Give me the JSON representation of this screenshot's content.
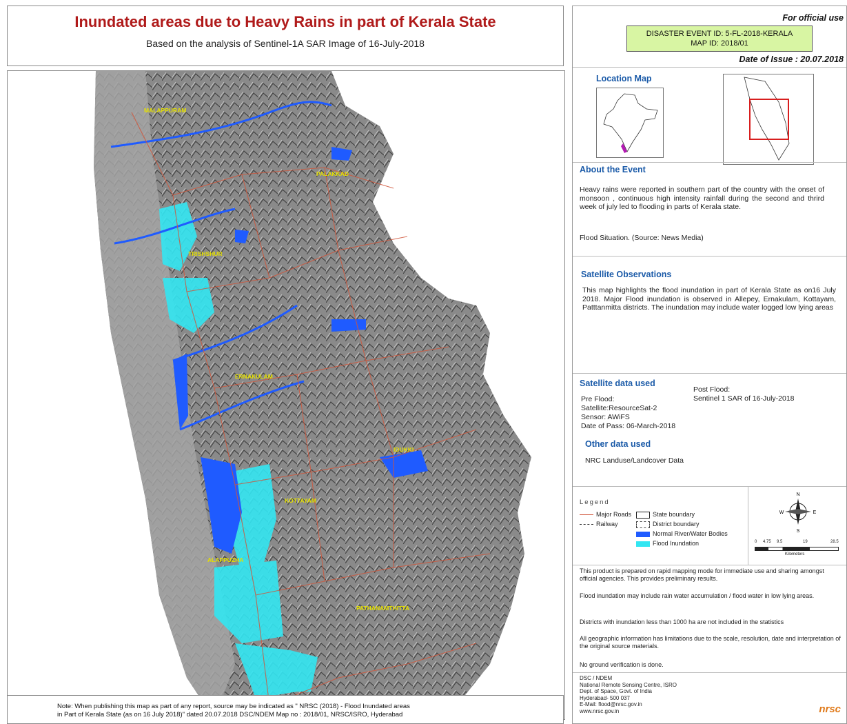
{
  "header": {
    "title": "Inundated areas due to Heavy Rains in part of Kerala State",
    "subtitle": "Based on the analysis of  Sentinel-1A SAR  Image of 16-July-2018"
  },
  "map": {
    "district_labels": [
      "MALAPPURAM",
      "PALAKKAD",
      "TRISHSHUR",
      "ERNAKULAM",
      "IDUKKI",
      "KOTTAYAM",
      "ALAPPUZHA",
      "PATHANAMTHITTA"
    ],
    "colors": {
      "land": "#8c8c8c",
      "water": "#1f5bff",
      "flood": "#33e6f2",
      "roads": "#d0573c",
      "sea": "#ffffff"
    }
  },
  "note": {
    "line1": "Note: When publishing this map as part of any report, source may be indicated as \" NRSC (2018) - Flood Inundated areas",
    "line2": "in Part of Kerala State (as on 16 July 2018)\" dated 20.07.2018 DSC/NDEM Map no : 2018/01, NRSC/ISRO, Hyderabad"
  },
  "panel": {
    "official_use": "For official use",
    "event_id": "DISASTER EVENT ID: 5-FL-2018-KERALA",
    "map_id": "MAP ID: 2018/01",
    "date_of_issue": "Date of Issue : 20.07.2018",
    "location_map_title": "Location Map",
    "about_title": "About the Event",
    "about_text": "Heavy rains were reported in southern part of the country with the onset of monsoon , continuous high intensity rainfall during the second and thrird week of july led to flooding in parts of Kerala state.",
    "flood_situation": "Flood Situation. (Source: News Media)",
    "sat_obs_title": "Satellite Observations",
    "sat_obs_text": "This map highlights the flood inundation in part of Kerala State as on16 July 2018. Major Flood inundation is observed in Allepey, Ernakulam, Kottayam, Patttanmitta districts. The inundation may include water logged low lying areas",
    "sat_data_title": "Satellite data used",
    "post_flood_label": "Post Flood:",
    "post_flood_value": "Sentinel 1 SAR of 16-July-2018",
    "pre_flood_label": "Pre Flood:",
    "pre_flood_satellite": "Satellite:ResourceSat-2",
    "pre_flood_sensor": "Sensor: AWiFS",
    "pre_flood_date": "Date of Pass: 06-March-2018",
    "other_data_title": "Other data used",
    "other_data_text": "NRC Landuse/Landcover Data",
    "legend": {
      "title": "Legend",
      "major_roads": "Major Roads",
      "railway": "Railway",
      "state_boundary": "State boundary",
      "district_boundary": "District boundary",
      "water_bodies": "Normal River/Water Bodies",
      "flood_inundation": "Flood Inundation"
    },
    "compass": {
      "n": "N",
      "s": "S",
      "e": "E",
      "w": "W"
    },
    "scale": {
      "ticks": [
        "0",
        "4.75",
        "9.5",
        "19",
        "28.5"
      ],
      "unit": "Kilometers"
    },
    "disclaimers": [
      "This product is prepared on rapid mapping mode for immediate use and sharing amongst official agencies. This provides preliminary results.",
      "Flood inundation may include rain water accumulation / flood water in low lying areas.",
      "Districts with inundation less than 1000 ha are not included in the statistics",
      "All geographic information has limitations due to the scale, resolution, date and interpretation of the original source materials.",
      "No ground verification is done."
    ],
    "credits": [
      "DSC / NDEM",
      "National Remote Sensing Centre, ISRO",
      "Dept. of Space, Govt. of India",
      "Hyderabad- 500 037",
      "E-Mail: flood@nrsc.gov.in",
      "www.nrsc.gov.in"
    ],
    "logo_text": "nrsc"
  }
}
